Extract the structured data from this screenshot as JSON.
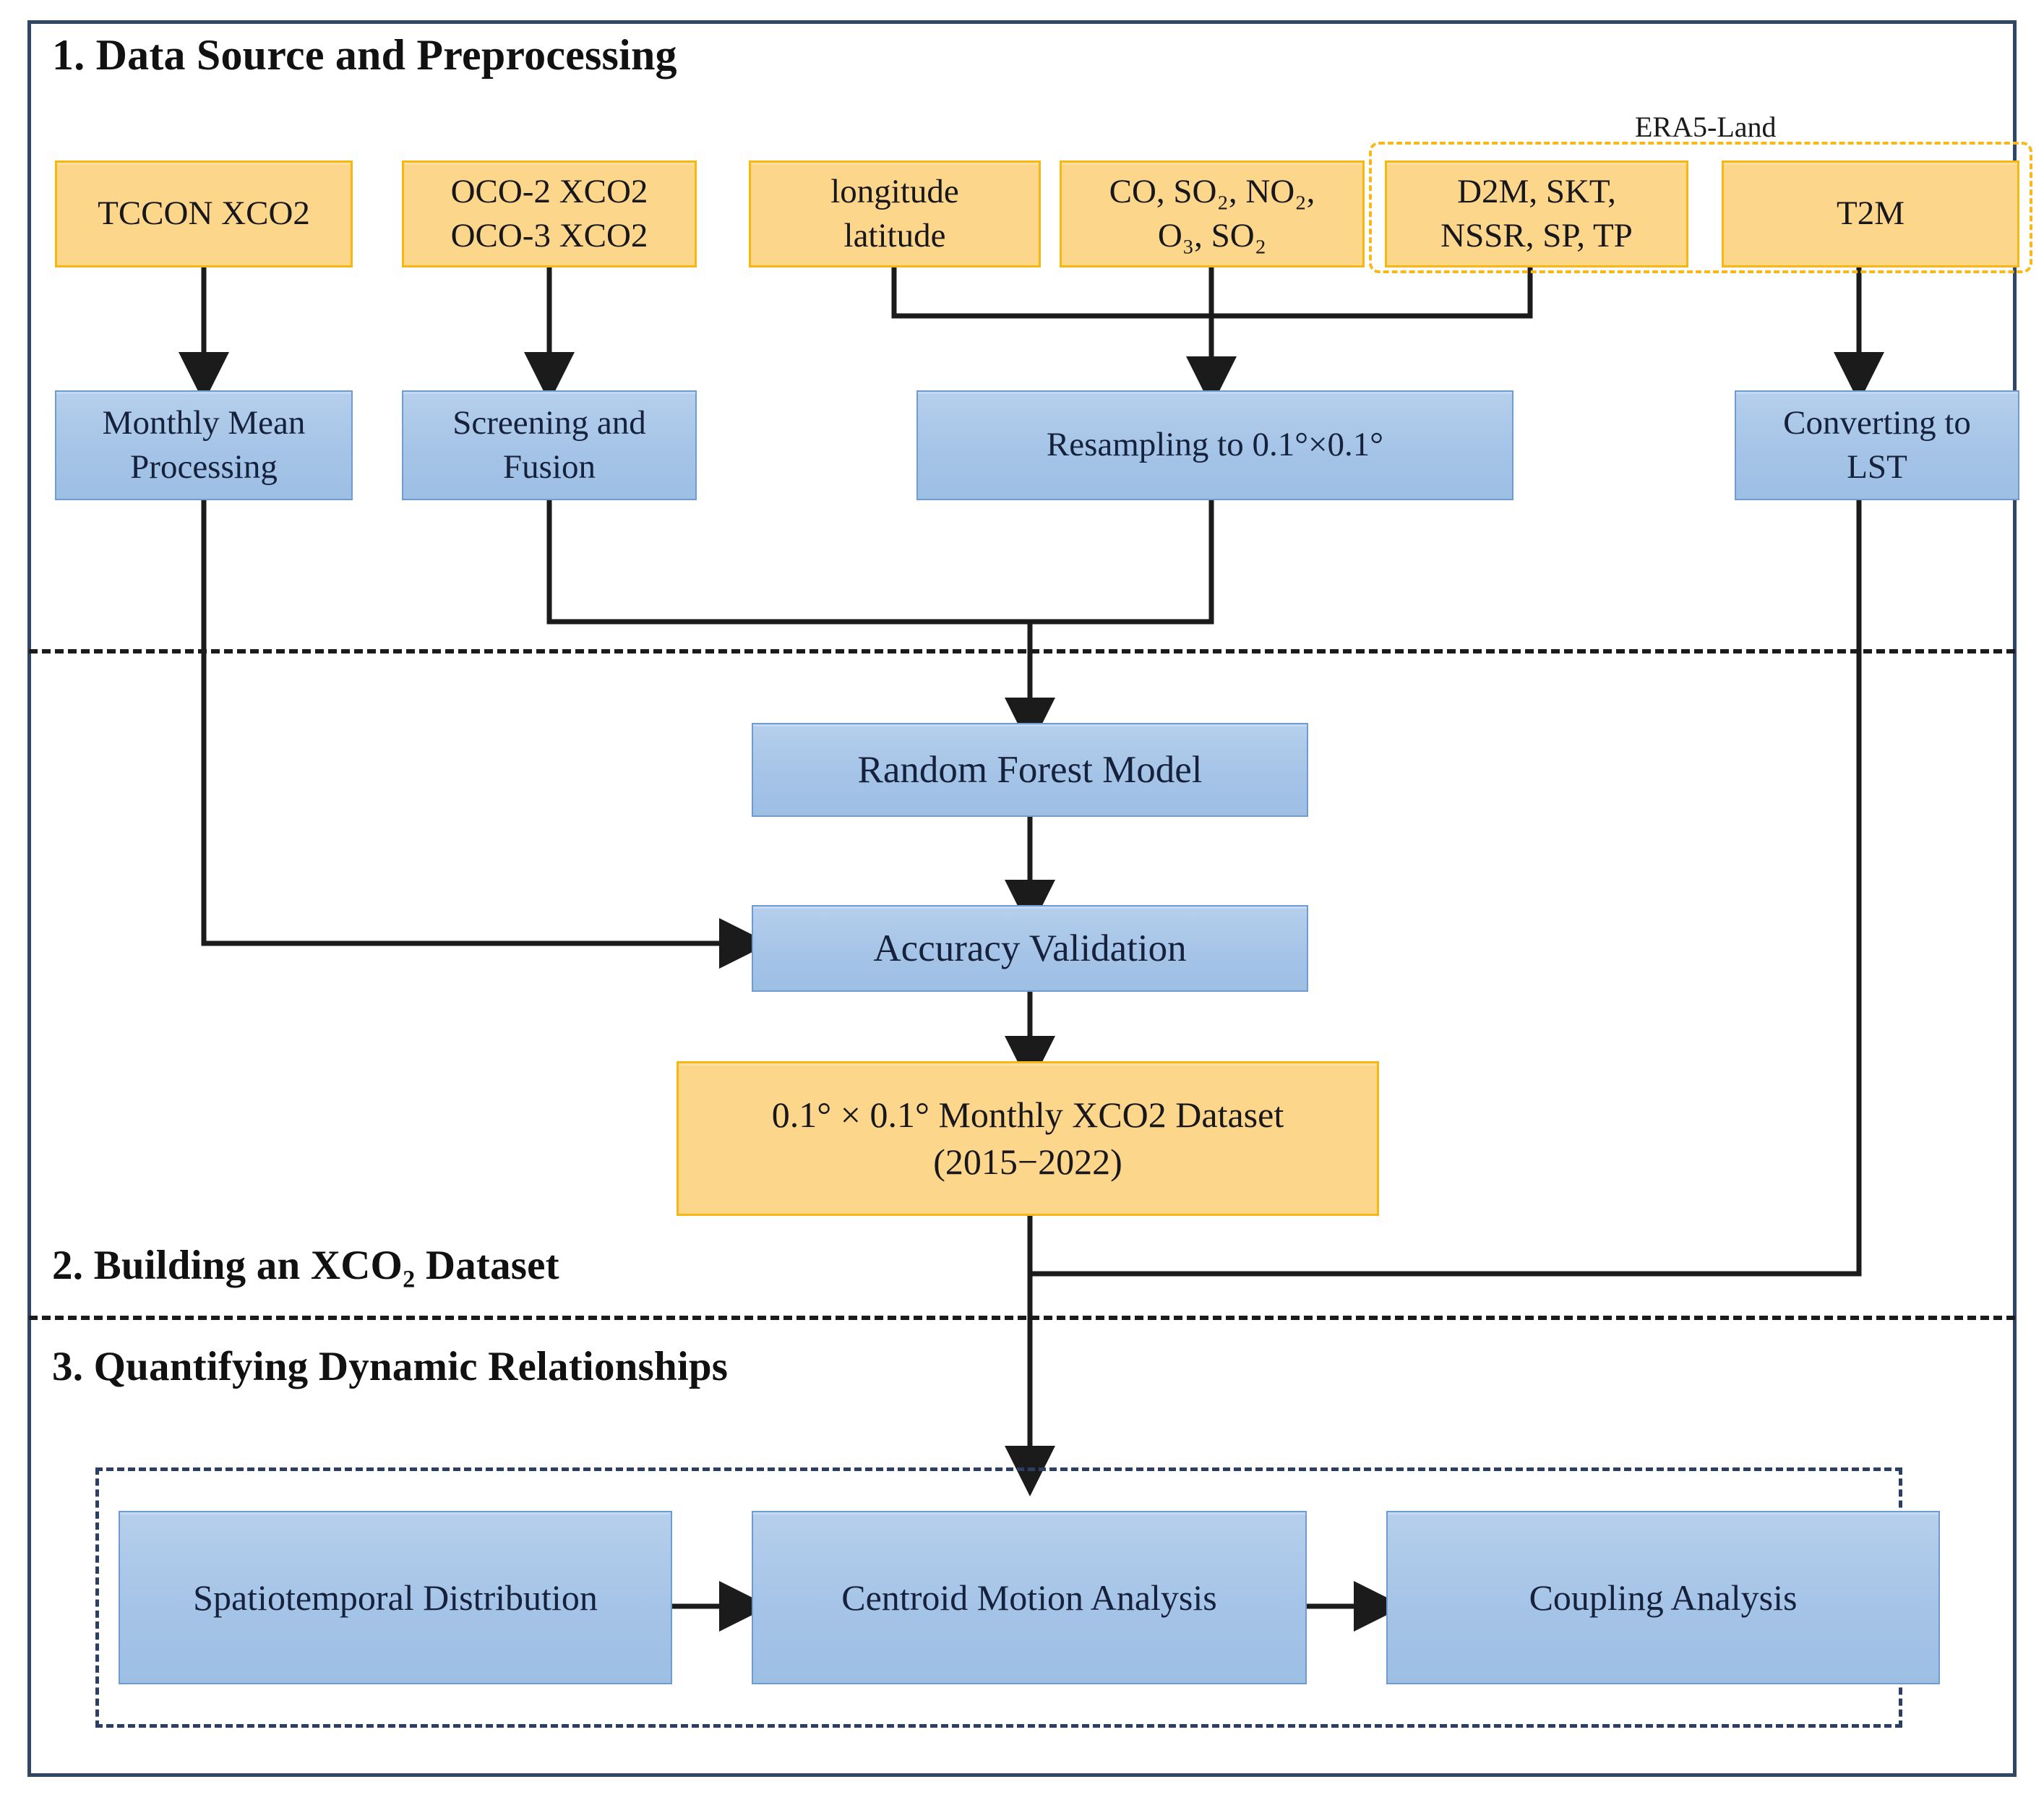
{
  "figure": {
    "type": "flowchart",
    "sections": [
      {
        "id": "s1",
        "label": "1. Data Source and Preprocessing"
      },
      {
        "id": "s2",
        "label": "2. Building an XCO₂ Dataset"
      },
      {
        "id": "s3",
        "label": "3. Quantifying Dynamic Relationships"
      }
    ],
    "group_labels": [
      {
        "id": "era5",
        "label": "ERA5-Land"
      }
    ],
    "colors": {
      "yellow_fill": "#fcd68b",
      "yellow_border": "#f5b813",
      "blue_fill": "#a8c6e8",
      "blue_border": "#6f9ccd",
      "frame_border": "#2f4664",
      "connector": "#1b1b1b",
      "era5_dash": "#f7b818",
      "section3_dash": "#2a3f63"
    },
    "nodes": {
      "tccon": {
        "line1": "TCCON XCO2",
        "line2": ""
      },
      "oco": {
        "line1": "OCO-2 XCO2",
        "line2": "OCO-3 XCO2"
      },
      "lonlat": {
        "line1": "longitude",
        "line2": "latitude"
      },
      "species": {
        "line1": "CO, SO₂, NO₂,",
        "line2": "O₃, SO₂"
      },
      "era5vars": {
        "line1": "D2M, SKT,",
        "line2": "NSSR, SP, TP"
      },
      "t2m": {
        "line1": "T2M",
        "line2": ""
      },
      "monthly_mean": {
        "line1": "Monthly Mean",
        "line2": "Processing"
      },
      "screening": {
        "line1": "Screening and",
        "line2": "Fusion"
      },
      "resampling": {
        "line1": "Resampling to 0.1°×0.1°",
        "line2": ""
      },
      "converting_lst": {
        "line1": "Converting to",
        "line2": "LST"
      },
      "random_forest": {
        "line1": "Random Forest Model",
        "line2": ""
      },
      "accuracy": {
        "line1": "Accuracy Validation",
        "line2": ""
      },
      "dataset": {
        "line1": "0.1° × 0.1° Monthly XCO2 Dataset",
        "line2": "(2015−2022)"
      },
      "spatiotemporal": {
        "line1": "Spatiotemporal Distribution",
        "line2": ""
      },
      "centroid": {
        "line1": "Centroid Motion Analysis",
        "line2": ""
      },
      "coupling": {
        "line1": "Coupling Analysis",
        "line2": ""
      }
    },
    "edges": [
      {
        "from": "tccon",
        "to": "monthly_mean"
      },
      {
        "from": "oco",
        "to": "screening"
      },
      {
        "from": "lonlat",
        "to": "resampling"
      },
      {
        "from": "species",
        "to": "resampling"
      },
      {
        "from": "era5vars",
        "to": "resampling"
      },
      {
        "from": "t2m",
        "to": "converting_lst"
      },
      {
        "from": "screening",
        "to": "random_forest"
      },
      {
        "from": "resampling",
        "to": "random_forest"
      },
      {
        "from": "random_forest",
        "to": "accuracy"
      },
      {
        "from": "monthly_mean",
        "to": "accuracy"
      },
      {
        "from": "accuracy",
        "to": "dataset"
      },
      {
        "from": "dataset",
        "to": "section3_group"
      },
      {
        "from": "converting_lst",
        "to": "section3_group"
      },
      {
        "from": "spatiotemporal",
        "to": "centroid"
      },
      {
        "from": "centroid",
        "to": "coupling"
      }
    ]
  }
}
